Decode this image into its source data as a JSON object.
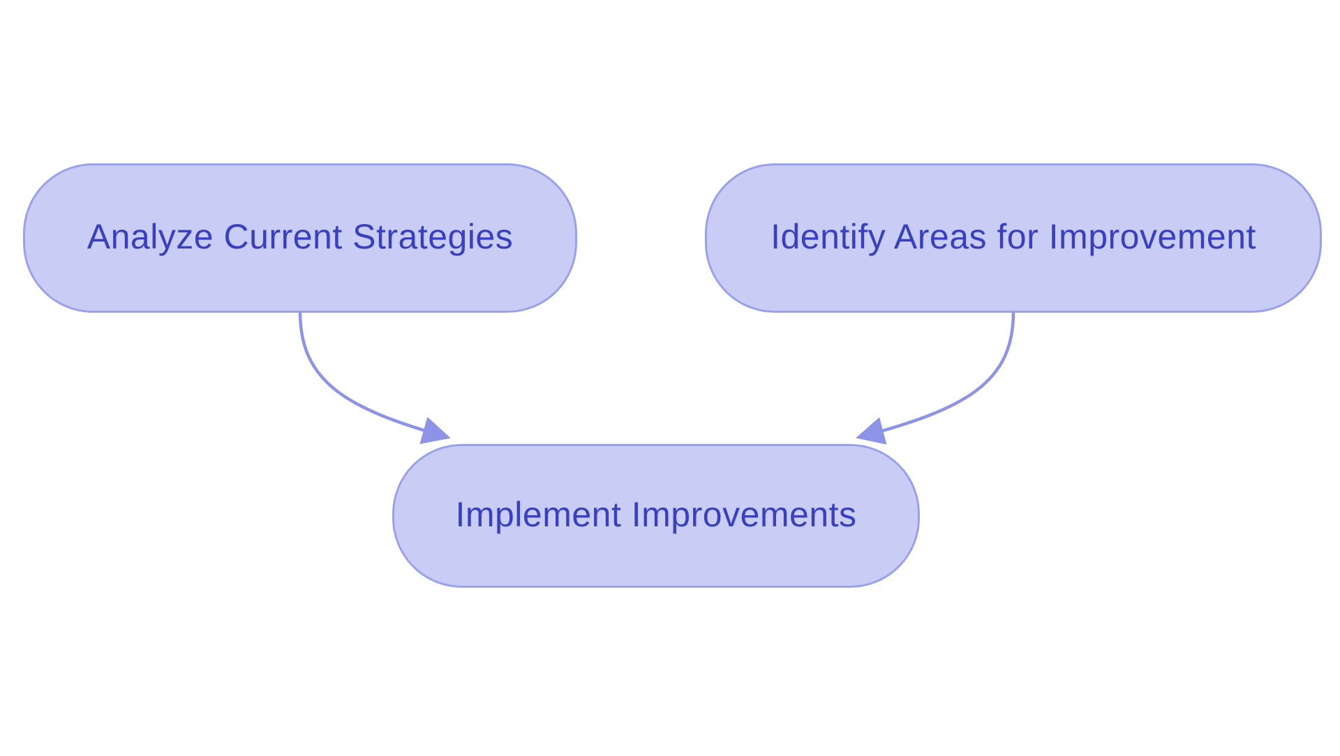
{
  "diagram": {
    "type": "flowchart",
    "direction": "top-down",
    "nodes": [
      {
        "id": "analyze",
        "label": "Analyze Current Strategies"
      },
      {
        "id": "identify",
        "label": "Identify Areas for Improvement"
      },
      {
        "id": "implement",
        "label": "Implement Improvements"
      }
    ],
    "edges": [
      {
        "from": "analyze",
        "to": "implement",
        "arrow": true
      },
      {
        "from": "identify",
        "to": "implement",
        "arrow": true
      }
    ]
  },
  "colors": {
    "node_fill": "#c9cdf6",
    "node_border": "#9aa1ec",
    "edge": "#8d94e8",
    "text": "#393fc1",
    "background": "#ffffff"
  }
}
